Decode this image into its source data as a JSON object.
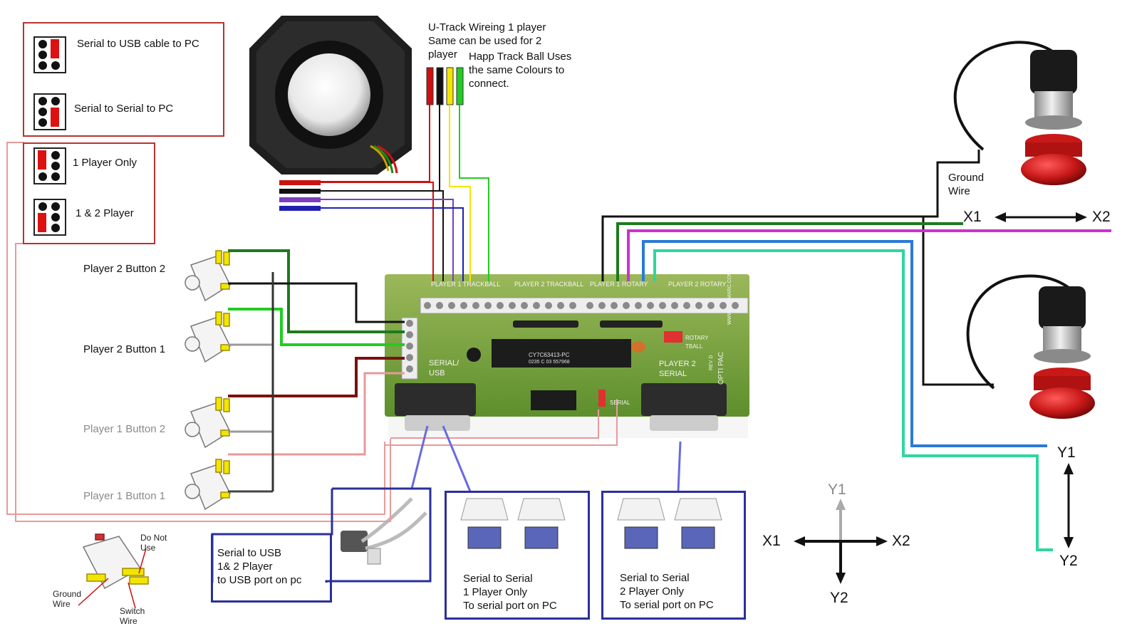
{
  "labels": {
    "utrack_note": "U-Track Wireing 1 player\nSame can be used for 2\nplayer",
    "happ_note": "Happ Track Ball Uses\nthe same Colours to\nconnect.",
    "serial_usb_pc": "Serial to USB cable to PC",
    "serial_serial_pc": "Serial to Serial to PC",
    "one_player_only": "1 Player Only",
    "one_two_player": "1 & 2 Player",
    "p2b2": "Player 2 Button 2",
    "p2b1": "Player 2 Button 1",
    "p1b2": "Player 1 Button 2",
    "p1b1": "Player 1 Button 1",
    "do_not_use": "Do Not\nUse",
    "ground_wire_small": "Ground\nWire",
    "switch_wire": "Switch\nWire",
    "ground_wire_rotary": "Ground\nWire",
    "box_usb": "Serial to USB\n1& 2 Player\nto USB port on pc",
    "box_s1": "Serial to Serial\n1 Player Only\nTo serial port on PC",
    "box_s2": "Serial to Serial\n2  Player Only\nTo serial port on PC",
    "x1_top": "X1",
    "x2_top": "X2",
    "y1_right": "Y1",
    "y2_right": "Y2",
    "cross_y1": "Y1",
    "cross_x1": "X1",
    "cross_x2": "X2",
    "cross_y2": "Y2"
  },
  "board": {
    "header_p1_trackball": "PLAYER 1 TRACKBALL",
    "header_p2_trackball": "PLAYER 2 TRACKBALL",
    "header_p1_rotary": "PLAYER 1 ROTARY",
    "header_p2_rotary": "PLAYER 2 ROTARY",
    "serial_usb": "SERIAL/\nUSB",
    "player2_serial": "PLAYER 2\nSERIAL",
    "chip": "CY7C63413-PC",
    "chip_sub": "0235 C 03 557968",
    "rotary": "ROTARY",
    "trackball": "TBALL",
    "brand": "WWW.ULTIMARC.COM",
    "model": "OPTI PAC",
    "rev": "REV D",
    "serial_tag": "SERIAL"
  },
  "colors": {
    "wire_red": "#cc1111",
    "wire_black": "#111111",
    "wire_yellow": "#f2e600",
    "wire_green": "#22cc22",
    "wire_darkgreen": "#1e7a1e",
    "wire_magenta": "#cc33cc",
    "wire_blue": "#2a7ad8",
    "wire_teal": "#2fd6a0",
    "wire_pink": "#e89a9a",
    "wire_darkred": "#7a1010",
    "wire_navy": "#2020b0",
    "wire_purple": "#7a40c0",
    "wire_gray": "#999999",
    "pcb": "#6fa53c",
    "box_red": "#b83232",
    "box_blue": "#2b2f9a"
  }
}
